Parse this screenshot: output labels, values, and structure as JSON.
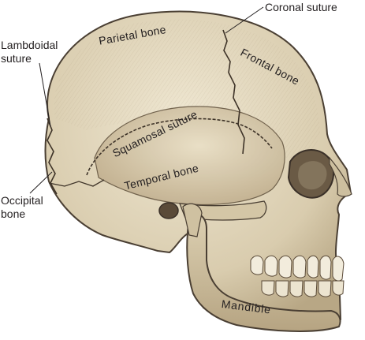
{
  "labels": {
    "coronal_suture": "Coronal suture",
    "lambdoidal_line1": "Lambdoidal",
    "lambdoidal_line2": "suture",
    "parietal_bone": "Parietal bone",
    "frontal_bone": "Frontal bone",
    "squamosal_suture": "Squamosal suture",
    "temporal_bone": "Temporal bone",
    "occipital_line1": "Occipital",
    "occipital_line2": "bone",
    "mandible": "Mandible"
  },
  "colors": {
    "bone": "#ddd2b6",
    "bone_shadow": "#b9a98a",
    "outline": "#4a3f33",
    "teeth": "#f2ecdc",
    "text": "#231f20",
    "leader": "#231f20"
  }
}
